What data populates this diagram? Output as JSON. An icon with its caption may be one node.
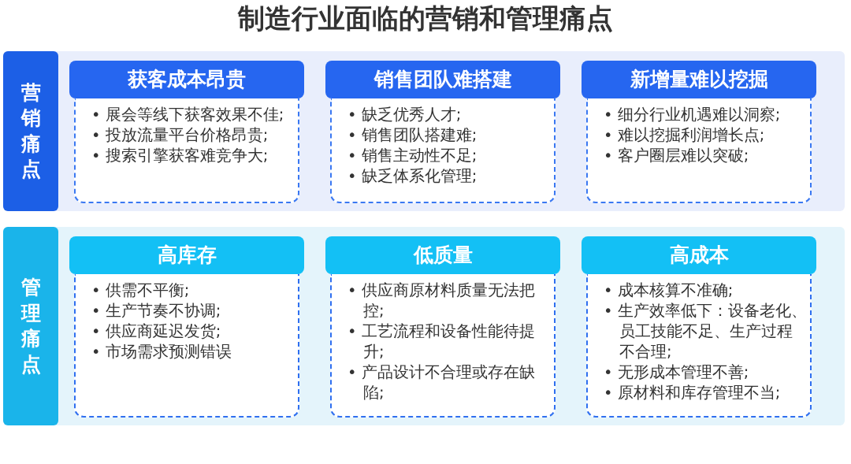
{
  "diagram": {
    "title": "制造行业面临的营销和管理痛点",
    "nodes": [
      {
        "text": [
          "营销痛点"
        ]
      },
      {
        "text": [
          "获客成本昂贵"
        ],
        "in": 0
      },
      {
        "text": [
          "• 展会等线下获客效果不佳;",
          "• 投放流量平台价格昂贵;",
          "• 搜索引擎获客难竞争大;"
        ],
        "in": 0
      },
      {
        "text": [
          "销售团队难搭建"
        ],
        "in": 0
      },
      {
        "text": [
          "• 缺乏优秀人才;",
          "• 销售团队搭建难;",
          "• 销售主动性不足;",
          "• 缺乏体系化管理;"
        ],
        "in": 0
      },
      {
        "text": [
          "新增量难以挖掘"
        ],
        "in": 0
      },
      {
        "text": [
          "• 细分行业机遇难以洞察;",
          "• 难以挖掘利润增长点;",
          "• 客户圈层难以突破;"
        ],
        "in": 0
      },
      {
        "text": [
          "管理痛点"
        ]
      },
      {
        "text": [
          "高库存"
        ],
        "in": 7
      },
      {
        "text": [
          "• 供需不平衡;",
          "• 生产节奏不协调;",
          "• 供应商延迟发货;",
          "• 市场需求预测错误"
        ],
        "in": 7
      },
      {
        "text": [
          "低质量"
        ],
        "in": 7
      },
      {
        "text": [
          "• 供应商原材料质量无法把控;",
          "• 工艺流程和设备性能待提升;",
          "• 产品设计不合理或存在缺陷;"
        ],
        "in": 7
      },
      {
        "text": [
          "高成本"
        ],
        "in": 7
      },
      {
        "text": [
          "• 成本核算不准确;",
          "• 生产效率低下：设备老化、员工技能不足、生产过程不合理;",
          "• 无形成本管理不善;",
          "• 原材料和库存管理不当;"
        ],
        "in": 7
      }
    ],
    "edges": []
  }
}
